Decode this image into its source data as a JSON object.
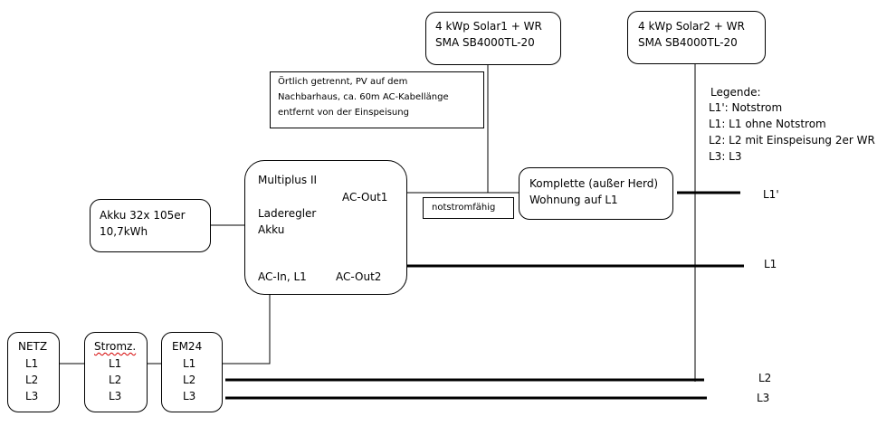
{
  "solar1": {
    "line1": "4 kWp Solar1 + WR",
    "line2": "SMA SB4000TL-20"
  },
  "solar2": {
    "line1": "4 kWp Solar2 + WR",
    "line2": "SMA SB4000TL-20"
  },
  "note": {
    "line1": "Örtlich getrennt, PV auf dem",
    "line2": "Nachbarhaus, ca. 60m AC-Kabellänge",
    "line3": "entfernt von der Einspeisung"
  },
  "legend": {
    "title": "Legende:",
    "items": [
      "L1': Notstrom",
      "L1: L1 ohne Notstrom",
      "L2: L2 mit Einspeisung 2er WR",
      "L3: L3"
    ]
  },
  "multiplus": {
    "title": "Multiplus II",
    "acout1": "AC-Out1",
    "laderegler": "Laderegler",
    "akku": "Akku",
    "acin": "AC-In, L1",
    "acout2": "AC-Out2"
  },
  "akku_box": {
    "line1": "Akku 32x 105er",
    "line2": "10,7kWh"
  },
  "notstrom_label": "notstromfähig",
  "wohnung": {
    "line1": "Komplette (außer Herd)",
    "line2": "Wohnung auf L1"
  },
  "line_labels": {
    "l1_notstrom": "L1'",
    "l1": "L1",
    "l2": "L2",
    "l3": "L3"
  },
  "netz": {
    "title": "NETZ",
    "l1": "L1",
    "l2": "L2",
    "l3": "L3"
  },
  "stromz": {
    "title": "Stromz.",
    "l1": "L1",
    "l2": "L2",
    "l3": "L3"
  },
  "em24": {
    "title": "EM24",
    "l1": "L1",
    "l2": "L2",
    "l3": "L3"
  }
}
